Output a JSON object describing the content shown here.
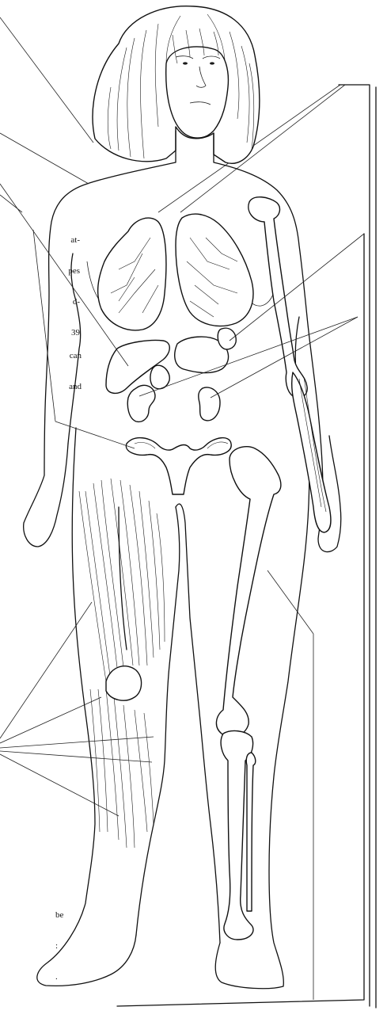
{
  "labels": {
    "lungs_fragment": [
      "at-",
      "pes",
      "d-",
      "39"
    ],
    "kidneys_fragment": [
      "can",
      "and"
    ],
    "bottom_fragment": [
      "be",
      ":",
      "."
    ]
  }
}
